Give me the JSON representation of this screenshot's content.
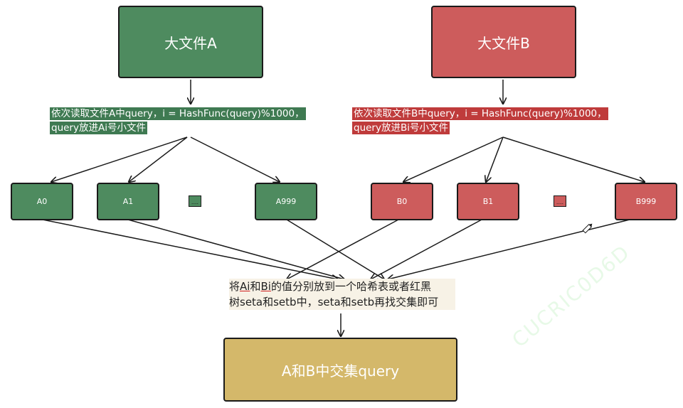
{
  "file_a": {
    "title": "大文件A"
  },
  "file_b": {
    "title": "大文件B"
  },
  "label_a": {
    "line1": "依次读取文件A中query，i = HashFunc(query)%1000，",
    "line2": "query放进Ai号小文件"
  },
  "label_b": {
    "line1": "依次读取文件B中query，i = HashFunc(query)%1000，",
    "line2": "query放进Bi号小文件"
  },
  "a_chunks": [
    "A0",
    "A1",
    "A999"
  ],
  "b_chunks": [
    "B0",
    "B1",
    "B999"
  ],
  "ellipsis": "....",
  "note": {
    "prefix": "将",
    "ai": "Ai",
    "and": "和",
    "bi": "Bi",
    "rest1": "的值分别放到一个哈希表或者红黑",
    "line2": "树seta和setb中，seta和setb再找交集即可"
  },
  "result": {
    "title": "A和B中交集query"
  },
  "watermark": "CUCRIC0D6D",
  "colors": {
    "green": "#4e8b5f",
    "red": "#cd5c5c",
    "gold": "#d4b86a"
  }
}
